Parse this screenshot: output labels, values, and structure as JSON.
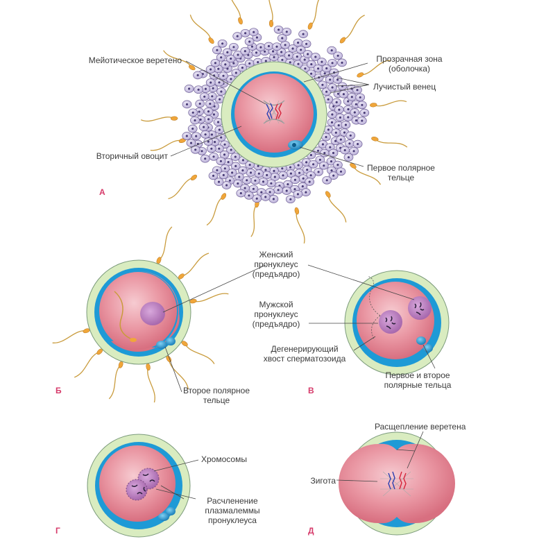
{
  "panels": {
    "a": {
      "letter": "А",
      "labels": {
        "spindle": "Мейотическое веретено",
        "zona_1": "Прозрачная зона",
        "zona_2": "(оболочка)",
        "corona": "Лучистый венец",
        "oocyte": "Вторичный овоцит",
        "polar_1": "Первое полярное",
        "polar_2": "тельце"
      }
    },
    "b": {
      "letter": "Б",
      "labels": {
        "polar2_1": "Второе полярное",
        "polar2_2": "тельце"
      }
    },
    "v": {
      "letter": "В",
      "labels": {
        "female_1": "Женский",
        "female_2": "пронуклеус",
        "female_3": "(предъядро)",
        "male_1": "Мужской",
        "male_2": "пронуклеус",
        "male_3": "(предъядро)",
        "tail_1": "Дегенерирующий",
        "tail_2": "хвост сперматозоида",
        "polars_1": "Первое и второе",
        "polars_2": "полярные тельца"
      }
    },
    "g": {
      "letter": "Г",
      "labels": {
        "chromosomes": "Хромосомы",
        "membrane_1": "Расчленение",
        "membrane_2": "плазмалеммы",
        "membrane_3": "пронуклеуса"
      }
    },
    "d": {
      "letter": "Д",
      "labels": {
        "split": "Расщепление веретена",
        "zygote": "Зигота"
      }
    }
  },
  "colors": {
    "zona": "#d9ecc0",
    "zona_stroke": "#7a9a7a",
    "membrane": "#1e9ad6",
    "cytoplasm": "#e07d8c",
    "cytoplasm_light": "#f3c1c7",
    "nucleus": "#b877b8",
    "corona_cell": "#cfc6e6",
    "corona_stroke": "#6e5f95",
    "sperm_head": "#f0a63a",
    "sperm_tail": "#c99b3c",
    "panel_letter": "#d63a6a",
    "leader": "#444444"
  }
}
